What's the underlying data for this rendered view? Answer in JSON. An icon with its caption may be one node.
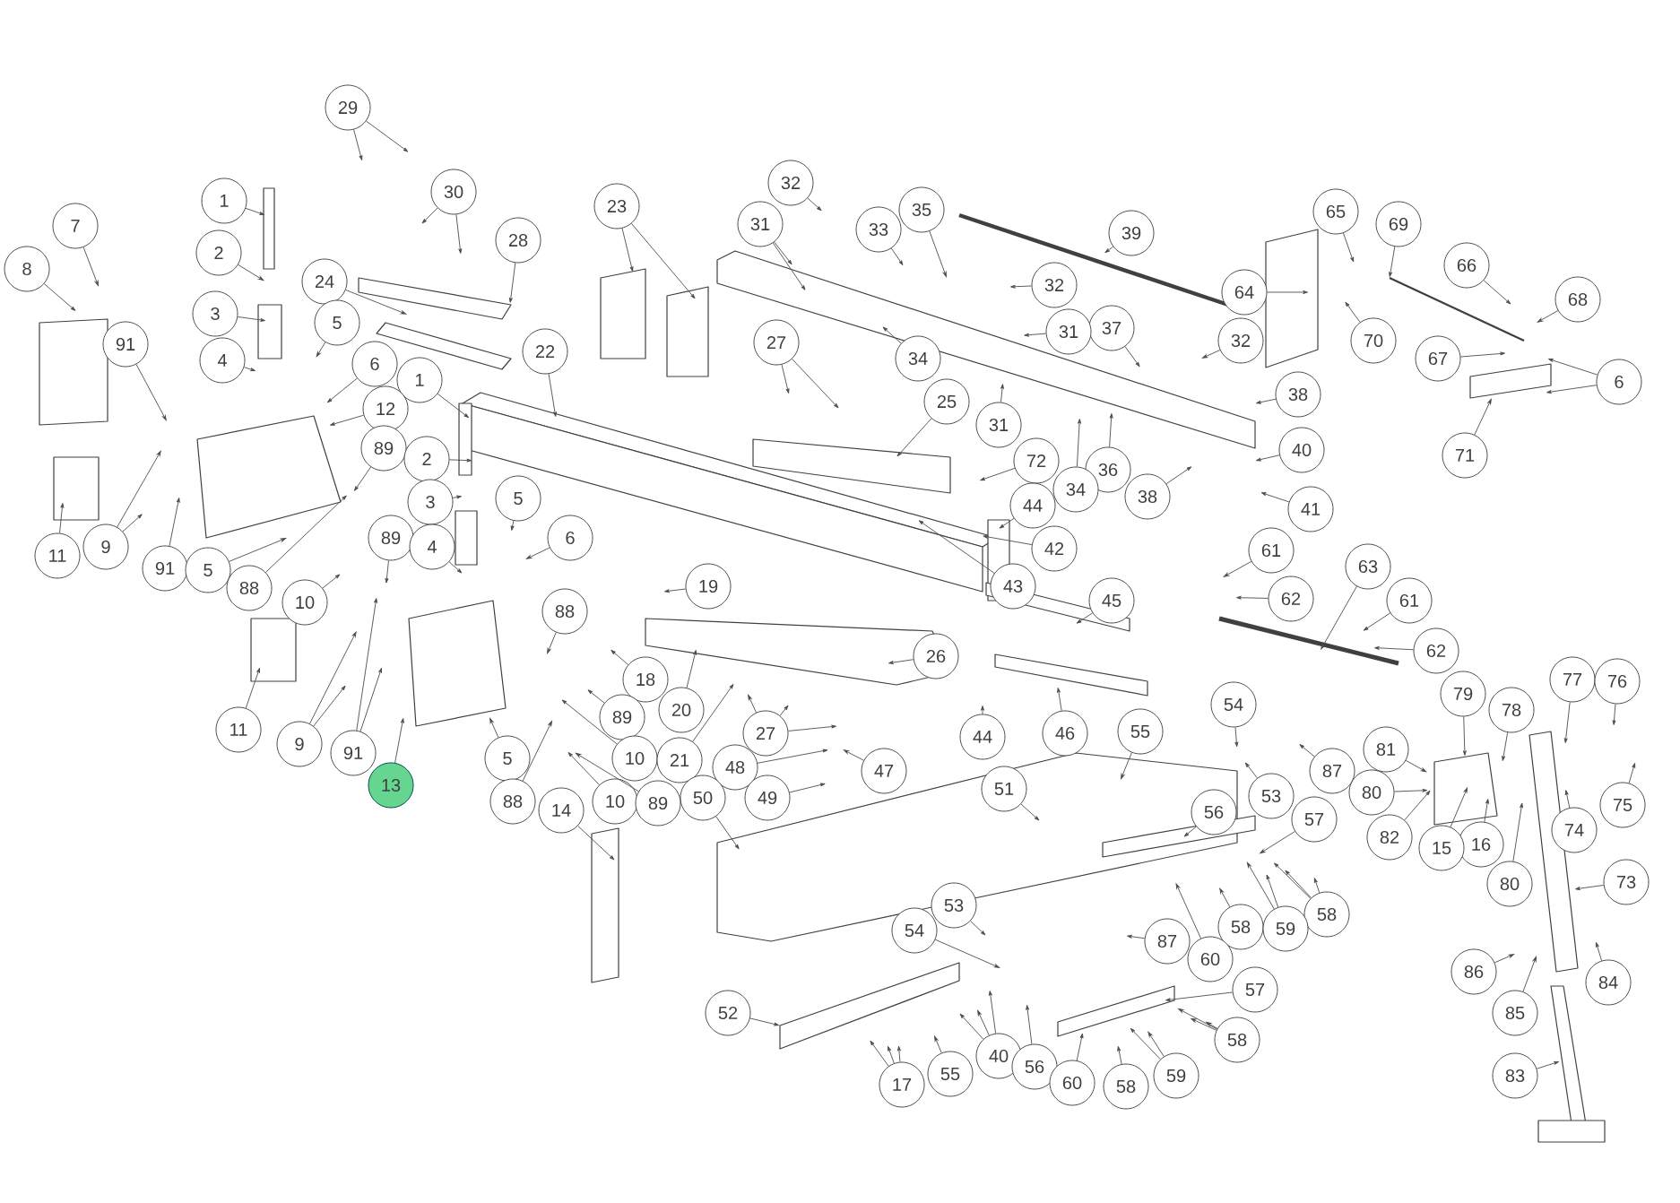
{
  "diagram": {
    "nodes": [
      {
        "text": [
          "29"
        ]
      },
      {
        "text": [
          "32"
        ]
      },
      {
        "text": [
          "30"
        ]
      },
      {
        "text": [
          "1"
        ]
      },
      {
        "text": [
          "23"
        ]
      },
      {
        "text": [
          "35"
        ]
      },
      {
        "text": [
          "65"
        ]
      },
      {
        "text": [
          "31"
        ]
      },
      {
        "text": [
          "69"
        ]
      },
      {
        "text": [
          "7"
        ]
      },
      {
        "text": [
          "33"
        ]
      },
      {
        "text": [
          "39"
        ]
      },
      {
        "text": [
          "28"
        ]
      },
      {
        "text": [
          "2"
        ]
      },
      {
        "text": [
          "66"
        ]
      },
      {
        "text": [
          "8"
        ]
      },
      {
        "text": [
          "24"
        ]
      },
      {
        "text": [
          "32"
        ]
      },
      {
        "text": [
          "64"
        ]
      },
      {
        "text": [
          "68"
        ]
      },
      {
        "text": [
          "3"
        ]
      },
      {
        "text": [
          "5"
        ]
      },
      {
        "text": [
          "37"
        ]
      },
      {
        "text": [
          "31"
        ]
      },
      {
        "text": [
          "32"
        ]
      },
      {
        "text": [
          "27"
        ]
      },
      {
        "text": [
          "70"
        ]
      },
      {
        "text": [
          "91"
        ]
      },
      {
        "text": [
          "22"
        ]
      },
      {
        "text": [
          "34"
        ]
      },
      {
        "text": [
          "67"
        ]
      },
      {
        "text": [
          "4"
        ]
      },
      {
        "text": [
          "6"
        ]
      },
      {
        "text": [
          "1"
        ]
      },
      {
        "text": [
          "6"
        ]
      },
      {
        "text": [
          "38"
        ]
      },
      {
        "text": [
          "25"
        ]
      },
      {
        "text": [
          "12"
        ]
      },
      {
        "text": [
          "31"
        ]
      },
      {
        "text": [
          "89"
        ]
      },
      {
        "text": [
          "40"
        ]
      },
      {
        "text": [
          "71"
        ]
      },
      {
        "text": [
          "2"
        ]
      },
      {
        "text": [
          "72"
        ]
      },
      {
        "text": [
          "36"
        ]
      },
      {
        "text": [
          "34"
        ]
      },
      {
        "text": [
          "38"
        ]
      },
      {
        "text": [
          "3"
        ]
      },
      {
        "text": [
          "5"
        ]
      },
      {
        "text": [
          "44"
        ]
      },
      {
        "text": [
          "41"
        ]
      },
      {
        "text": [
          "6"
        ]
      },
      {
        "text": [
          "89"
        ]
      },
      {
        "text": [
          "9"
        ]
      },
      {
        "text": [
          "4"
        ]
      },
      {
        "text": [
          "42"
        ]
      },
      {
        "text": [
          "61"
        ]
      },
      {
        "text": [
          "11"
        ]
      },
      {
        "text": [
          "63"
        ]
      },
      {
        "text": [
          "91"
        ]
      },
      {
        "text": [
          "5"
        ]
      },
      {
        "text": [
          "43"
        ]
      },
      {
        "text": [
          "19"
        ]
      },
      {
        "text": [
          "88"
        ]
      },
      {
        "text": [
          "62"
        ]
      },
      {
        "text": [
          "45"
        ]
      },
      {
        "text": [
          "61"
        ]
      },
      {
        "text": [
          "10"
        ]
      },
      {
        "text": [
          "88"
        ]
      },
      {
        "text": [
          "62"
        ]
      },
      {
        "text": [
          "26"
        ]
      },
      {
        "text": [
          "18"
        ]
      },
      {
        "text": [
          "77"
        ]
      },
      {
        "text": [
          "76"
        ]
      },
      {
        "text": [
          "79"
        ]
      },
      {
        "text": [
          "54"
        ]
      },
      {
        "text": [
          "20"
        ]
      },
      {
        "text": [
          "78"
        ]
      },
      {
        "text": [
          "89"
        ]
      },
      {
        "text": [
          "11"
        ]
      },
      {
        "text": [
          "55"
        ]
      },
      {
        "text": [
          "27"
        ]
      },
      {
        "text": [
          "46"
        ]
      },
      {
        "text": [
          "44"
        ]
      },
      {
        "text": [
          "9"
        ]
      },
      {
        "text": [
          "81"
        ]
      },
      {
        "text": [
          "91"
        ]
      },
      {
        "text": [
          "5"
        ]
      },
      {
        "text": [
          "10"
        ]
      },
      {
        "text": [
          "21"
        ]
      },
      {
        "text": [
          "48"
        ]
      },
      {
        "text": [
          "87"
        ]
      },
      {
        "text": [
          "47"
        ]
      },
      {
        "text": [
          "13"
        ]
      },
      {
        "text": [
          "51"
        ]
      },
      {
        "text": [
          "80"
        ]
      },
      {
        "text": [
          "53"
        ]
      },
      {
        "text": [
          "49"
        ]
      },
      {
        "text": [
          "50"
        ]
      },
      {
        "text": [
          "88"
        ]
      },
      {
        "text": [
          "10"
        ]
      },
      {
        "text": [
          "89"
        ]
      },
      {
        "text": [
          "75"
        ]
      },
      {
        "text": [
          "14"
        ]
      },
      {
        "text": [
          "56"
        ]
      },
      {
        "text": [
          "57"
        ]
      },
      {
        "text": [
          "74"
        ]
      },
      {
        "text": [
          "82"
        ]
      },
      {
        "text": [
          "16"
        ]
      },
      {
        "text": [
          "15"
        ]
      },
      {
        "text": [
          "73"
        ]
      },
      {
        "text": [
          "80"
        ]
      },
      {
        "text": [
          "53"
        ]
      },
      {
        "text": [
          "58"
        ]
      },
      {
        "text": [
          "58"
        ]
      },
      {
        "text": [
          "59"
        ]
      },
      {
        "text": [
          "54"
        ]
      },
      {
        "text": [
          "87"
        ]
      },
      {
        "text": [
          "60"
        ]
      },
      {
        "text": [
          "86"
        ]
      },
      {
        "text": [
          "84"
        ]
      },
      {
        "text": [
          "57"
        ]
      },
      {
        "text": [
          "85"
        ]
      },
      {
        "text": [
          "52"
        ]
      },
      {
        "text": [
          "58"
        ]
      },
      {
        "text": [
          "40"
        ]
      },
      {
        "text": [
          "56"
        ]
      },
      {
        "text": [
          "83"
        ]
      },
      {
        "text": [
          "59"
        ]
      },
      {
        "text": [
          "60"
        ]
      },
      {
        "text": [
          "55"
        ]
      },
      {
        "text": [
          "17"
        ]
      },
      {
        "text": [
          "58"
        ]
      }
    ],
    "edges": [
      {
        "from": 0,
        "to": null,
        "arrow": "to"
      },
      {
        "from": 0,
        "to": null,
        "arrow": "to"
      },
      {
        "from": 1,
        "to": null,
        "arrow": "to"
      },
      {
        "from": 2,
        "to": null,
        "arrow": "to"
      },
      {
        "from": 2,
        "to": null,
        "arrow": "to"
      },
      {
        "from": 3,
        "to": null,
        "arrow": "to"
      },
      {
        "from": 4,
        "to": null,
        "arrow": "to"
      },
      {
        "from": 4,
        "to": null,
        "arrow": "to"
      },
      {
        "from": 5,
        "to": null,
        "arrow": "to"
      },
      {
        "from": 6,
        "to": null,
        "arrow": "to"
      },
      {
        "from": 7,
        "to": null,
        "arrow": "to"
      },
      {
        "from": 7,
        "to": null,
        "arrow": "to"
      },
      {
        "from": 8,
        "to": null,
        "arrow": "to"
      },
      {
        "from": 9,
        "to": null,
        "arrow": "to"
      },
      {
        "from": 10,
        "to": null,
        "arrow": "to"
      },
      {
        "from": 11,
        "to": null,
        "arrow": "to"
      },
      {
        "from": 12,
        "to": null,
        "arrow": "to"
      },
      {
        "from": 13,
        "to": null,
        "arrow": "to"
      },
      {
        "from": 14,
        "to": null,
        "arrow": "to"
      },
      {
        "from": 15,
        "to": null,
        "arrow": "to"
      },
      {
        "from": 16,
        "to": null,
        "arrow": "to"
      },
      {
        "from": 17,
        "to": null,
        "arrow": "to"
      },
      {
        "from": 18,
        "to": null,
        "arrow": "to"
      },
      {
        "from": 19,
        "to": null,
        "arrow": "to"
      },
      {
        "from": 20,
        "to": null,
        "arrow": "to"
      },
      {
        "from": 21,
        "to": null,
        "arrow": "to"
      },
      {
        "from": 22,
        "to": null,
        "arrow": "to"
      },
      {
        "from": 23,
        "to": null,
        "arrow": "to"
      },
      {
        "from": 24,
        "to": null,
        "arrow": "to"
      },
      {
        "from": 25,
        "to": null,
        "arrow": "to"
      },
      {
        "from": 25,
        "to": null,
        "arrow": "to"
      },
      {
        "from": 26,
        "to": null,
        "arrow": "to"
      },
      {
        "from": 27,
        "to": null,
        "arrow": "to"
      },
      {
        "from": 28,
        "to": null,
        "arrow": "to"
      },
      {
        "from": 29,
        "to": null,
        "arrow": "to"
      },
      {
        "from": 30,
        "to": null,
        "arrow": "to"
      },
      {
        "from": 31,
        "to": null,
        "arrow": "to"
      },
      {
        "from": 32,
        "to": null,
        "arrow": "to"
      },
      {
        "from": 33,
        "to": null,
        "arrow": "to"
      },
      {
        "from": 34,
        "to": null,
        "arrow": "to"
      },
      {
        "from": 34,
        "to": null,
        "arrow": "to"
      },
      {
        "from": 35,
        "to": null,
        "arrow": "to"
      },
      {
        "from": 36,
        "to": null,
        "arrow": "to"
      },
      {
        "from": 37,
        "to": null,
        "arrow": "to"
      },
      {
        "from": 38,
        "to": null,
        "arrow": "to"
      },
      {
        "from": 39,
        "to": null,
        "arrow": "to"
      },
      {
        "from": 40,
        "to": null,
        "arrow": "to"
      },
      {
        "from": 41,
        "to": null,
        "arrow": "to"
      },
      {
        "from": 42,
        "to": null,
        "arrow": "to"
      },
      {
        "from": 43,
        "to": null,
        "arrow": "to"
      },
      {
        "from": 44,
        "to": null,
        "arrow": "to"
      },
      {
        "from": 45,
        "to": null,
        "arrow": "to"
      },
      {
        "from": 46,
        "to": null,
        "arrow": "to"
      },
      {
        "from": 47,
        "to": null,
        "arrow": "to"
      },
      {
        "from": 48,
        "to": null,
        "arrow": "to"
      },
      {
        "from": 49,
        "to": null,
        "arrow": "to"
      },
      {
        "from": 50,
        "to": null,
        "arrow": "to"
      },
      {
        "from": 51,
        "to": null,
        "arrow": "to"
      },
      {
        "from": 52,
        "to": null,
        "arrow": "to"
      },
      {
        "from": 53,
        "to": null,
        "arrow": "to"
      },
      {
        "from": 53,
        "to": null,
        "arrow": "to"
      },
      {
        "from": 54,
        "to": null,
        "arrow": "to"
      },
      {
        "from": 55,
        "to": null,
        "arrow": "to"
      },
      {
        "from": 56,
        "to": null,
        "arrow": "to"
      },
      {
        "from": 57,
        "to": null,
        "arrow": "to"
      },
      {
        "from": 58,
        "to": null,
        "arrow": "to"
      },
      {
        "from": 59,
        "to": null,
        "arrow": "to"
      },
      {
        "from": 60,
        "to": null,
        "arrow": "to"
      },
      {
        "from": 61,
        "to": null,
        "arrow": "to"
      },
      {
        "from": 62,
        "to": null,
        "arrow": "to"
      },
      {
        "from": 63,
        "to": null,
        "arrow": "to"
      },
      {
        "from": 64,
        "to": null,
        "arrow": "to"
      },
      {
        "from": 65,
        "to": null,
        "arrow": "to"
      },
      {
        "from": 66,
        "to": null,
        "arrow": "to"
      },
      {
        "from": 67,
        "to": null,
        "arrow": "to"
      },
      {
        "from": 68,
        "to": null,
        "arrow": "to"
      },
      {
        "from": 69,
        "to": null,
        "arrow": "to"
      },
      {
        "from": 70,
        "to": null,
        "arrow": "to"
      },
      {
        "from": 71,
        "to": null,
        "arrow": "to"
      },
      {
        "from": 72,
        "to": null,
        "arrow": "to"
      },
      {
        "from": 73,
        "to": null,
        "arrow": "to"
      },
      {
        "from": 74,
        "to": null,
        "arrow": "to"
      },
      {
        "from": 75,
        "to": null,
        "arrow": "to"
      },
      {
        "from": 76,
        "to": null,
        "arrow": "to"
      },
      {
        "from": 77,
        "to": null,
        "arrow": "to"
      },
      {
        "from": 78,
        "to": null,
        "arrow": "to"
      },
      {
        "from": 79,
        "to": null,
        "arrow": "to"
      },
      {
        "from": 80,
        "to": null,
        "arrow": "to"
      },
      {
        "from": 81,
        "to": null,
        "arrow": "to"
      },
      {
        "from": 81,
        "to": null,
        "arrow": "to"
      },
      {
        "from": 81,
        "to": null,
        "arrow": "to"
      },
      {
        "from": 82,
        "to": null,
        "arrow": "to"
      },
      {
        "from": 83,
        "to": null,
        "arrow": "to"
      },
      {
        "from": 84,
        "to": null,
        "arrow": "to"
      },
      {
        "from": 84,
        "to": null,
        "arrow": "to"
      },
      {
        "from": 85,
        "to": null,
        "arrow": "to"
      },
      {
        "from": 86,
        "to": null,
        "arrow": "to"
      },
      {
        "from": 86,
        "to": null,
        "arrow": "to"
      },
      {
        "from": 87,
        "to": null,
        "arrow": "to"
      },
      {
        "from": 88,
        "to": null,
        "arrow": "to"
      },
      {
        "from": 89,
        "to": null,
        "arrow": "to"
      },
      {
        "from": 90,
        "to": null,
        "arrow": "to"
      },
      {
        "from": 91,
        "to": null,
        "arrow": "to"
      },
      {
        "from": 92,
        "to": null,
        "arrow": "to"
      },
      {
        "from": 93,
        "to": null,
        "arrow": "to"
      },
      {
        "from": 94,
        "to": null,
        "arrow": "to"
      },
      {
        "from": 95,
        "to": null,
        "arrow": "to"
      },
      {
        "from": 96,
        "to": null,
        "arrow": "to"
      },
      {
        "from": 97,
        "to": null,
        "arrow": "to"
      },
      {
        "from": 98,
        "to": null,
        "arrow": "to"
      },
      {
        "from": 99,
        "to": null,
        "arrow": "to"
      },
      {
        "from": 100,
        "to": null,
        "arrow": "to"
      },
      {
        "from": 101,
        "to": null,
        "arrow": "to"
      },
      {
        "from": 102,
        "to": null,
        "arrow": "to"
      },
      {
        "from": 103,
        "to": null,
        "arrow": "to"
      },
      {
        "from": 104,
        "to": null,
        "arrow": "to"
      },
      {
        "from": 105,
        "to": null,
        "arrow": "to"
      },
      {
        "from": 106,
        "to": null,
        "arrow": "to"
      },
      {
        "from": 107,
        "to": null,
        "arrow": "to"
      },
      {
        "from": 108,
        "to": null,
        "arrow": "to"
      },
      {
        "from": 109,
        "to": null,
        "arrow": "to"
      },
      {
        "from": 110,
        "to": null,
        "arrow": "to"
      },
      {
        "from": 111,
        "to": null,
        "arrow": "to"
      },
      {
        "from": 112,
        "to": null,
        "arrow": "to"
      },
      {
        "from": 113,
        "to": null,
        "arrow": "to"
      },
      {
        "from": 113,
        "to": null,
        "arrow": "to"
      },
      {
        "from": 113,
        "to": null,
        "arrow": "to"
      },
      {
        "from": 114,
        "to": null,
        "arrow": "to"
      },
      {
        "from": 115,
        "to": null,
        "arrow": "to"
      },
      {
        "from": 115,
        "to": null,
        "arrow": "to"
      },
      {
        "from": 116,
        "to": null,
        "arrow": "to"
      },
      {
        "from": 117,
        "to": null,
        "arrow": "to"
      },
      {
        "from": 118,
        "to": null,
        "arrow": "to"
      },
      {
        "from": 119,
        "to": null,
        "arrow": "to"
      },
      {
        "from": 120,
        "to": null,
        "arrow": "to"
      },
      {
        "from": 121,
        "to": null,
        "arrow": "to"
      },
      {
        "from": 122,
        "to": null,
        "arrow": "to"
      },
      {
        "from": 123,
        "to": null,
        "arrow": "to"
      },
      {
        "from": 124,
        "to": null,
        "arrow": "to"
      },
      {
        "from": 124,
        "to": null,
        "arrow": "to"
      },
      {
        "from": 124,
        "to": null,
        "arrow": "to"
      },
      {
        "from": 125,
        "to": null,
        "arrow": "to"
      },
      {
        "from": 125,
        "to": null,
        "arrow": "to"
      },
      {
        "from": 125,
        "to": null,
        "arrow": "to"
      },
      {
        "from": 126,
        "to": null,
        "arrow": "to"
      },
      {
        "from": 127,
        "to": null,
        "arrow": "to"
      },
      {
        "from": 128,
        "to": null,
        "arrow": "to"
      },
      {
        "from": 128,
        "to": null,
        "arrow": "to"
      },
      {
        "from": 129,
        "to": null,
        "arrow": "to"
      },
      {
        "from": 130,
        "to": null,
        "arrow": "to"
      },
      {
        "from": 131,
        "to": null,
        "arrow": "to"
      },
      {
        "from": 131,
        "to": null,
        "arrow": "to"
      },
      {
        "from": 131,
        "to": null,
        "arrow": "to"
      },
      {
        "from": 132,
        "to": null,
        "arrow": "to"
      }
    ]
  }
}
